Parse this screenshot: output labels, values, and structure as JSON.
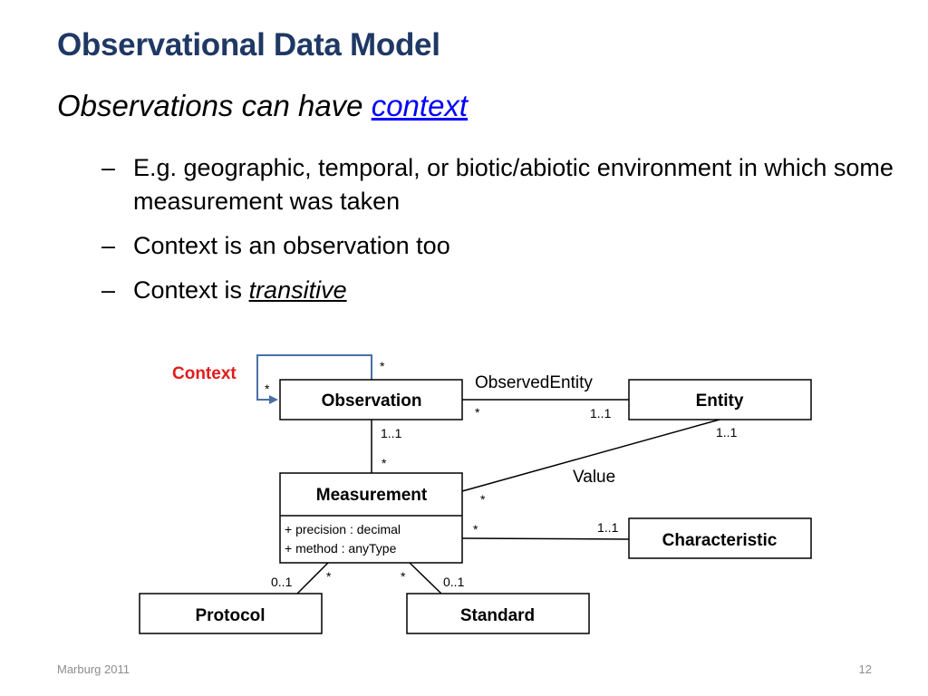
{
  "slide": {
    "title": "Observational Data Model",
    "subtitle_prefix": "Observations can have ",
    "subtitle_link": "context",
    "bullets": [
      {
        "dash": "–",
        "text": "E.g. geographic, temporal, or biotic/abiotic environment in which some measurement was taken"
      },
      {
        "dash": "–",
        "text": "Context is an observation too"
      },
      {
        "dash": "–",
        "text_prefix": "Context is ",
        "emphasis": "transitive"
      }
    ]
  },
  "diagram": {
    "context_label": "Context",
    "context_color": "#e31b1b",
    "self_loop_color": "#4a6fa5",
    "classes": {
      "observation": "Observation",
      "entity": "Entity",
      "measurement": "Measurement",
      "characteristic": "Characteristic",
      "protocol": "Protocol",
      "standard": "Standard"
    },
    "measurement_attributes": [
      "+ precision : decimal",
      "+ method : anyType"
    ],
    "association_labels": {
      "observed_entity": "ObservedEntity",
      "value": "Value"
    },
    "multiplicities": {
      "loop_top": "*",
      "loop_left": "*",
      "obs_entity_left": "*",
      "obs_entity_right": "1..1",
      "obs_meas_top": "1..1",
      "obs_meas_bottom": "*",
      "entity_value": "1..1",
      "meas_value": "*",
      "meas_char_left": "*",
      "meas_char_right": "1..1",
      "protocol_end": "0..1",
      "meas_protocol": "*",
      "meas_standard": "*",
      "standard_end": "0..1"
    }
  },
  "footer": {
    "left": "Marburg 2011",
    "right": "12"
  }
}
